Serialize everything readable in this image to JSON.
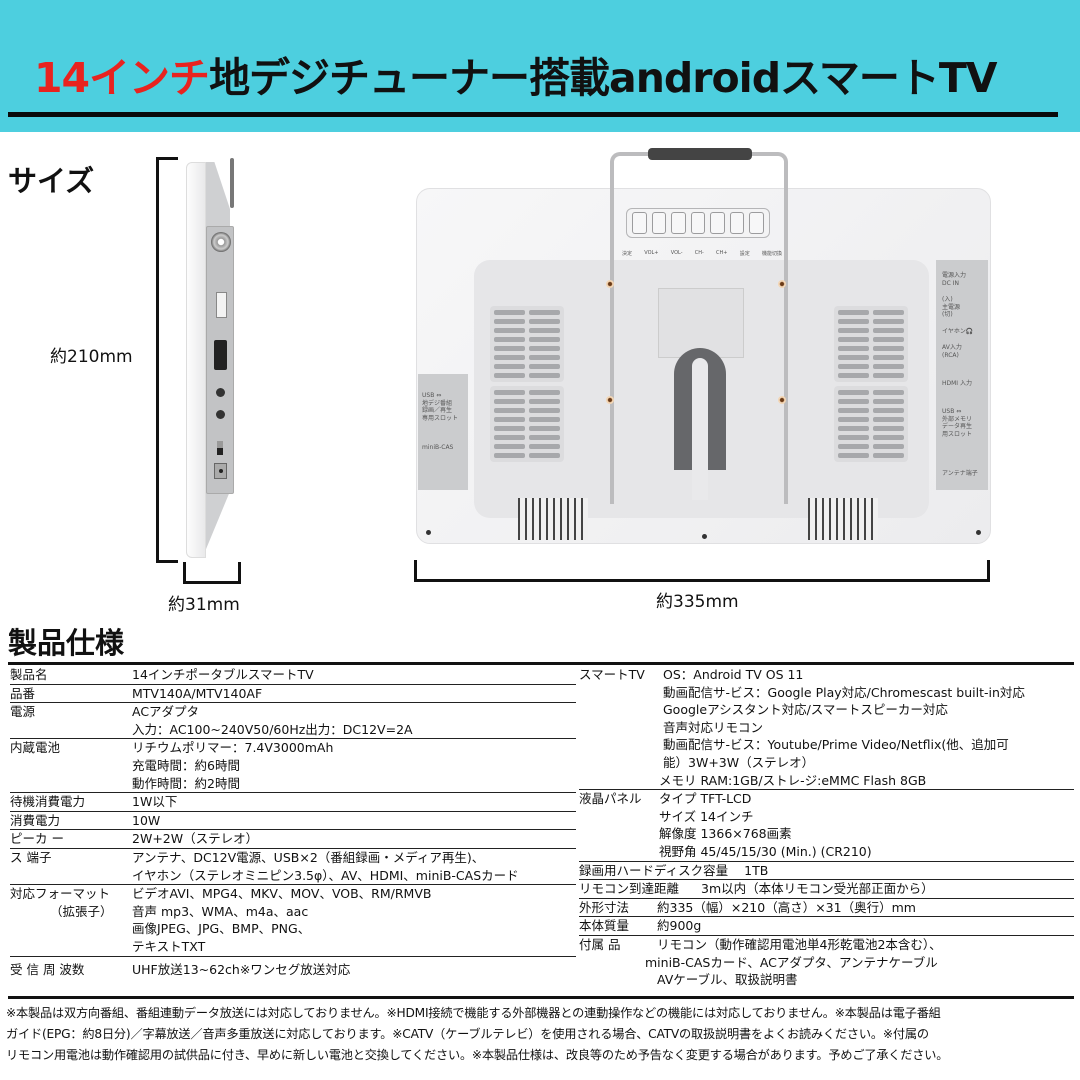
{
  "banner": {
    "title_accent": "14インチ",
    "title_rest": "地デジチューナー搭載androidスマートTV",
    "bg_color": "#4dcfdf",
    "accent_color": "#e8231f"
  },
  "size_section": {
    "heading": "サイズ",
    "height_label": "約210mm",
    "depth_label": "約31mm",
    "width_label": "約335mm"
  },
  "back_view": {
    "buttons": [
      "決定",
      "VOL+",
      "VOL-",
      "CH-",
      "CH+",
      "設定",
      "機能切換"
    ],
    "left_panel_labels": [
      "USB ⇔\n地デジ番組\n録画／再生\n専用スロット",
      "miniB-CAS"
    ],
    "right_panel_labels": [
      "電源入力\nDC IN",
      "(入)\n主電源\n(切)",
      "イヤホン🎧",
      "AV入力\n(RCA)",
      "HDMI 入力",
      "USB ⇔\n外部メモリ\nデータ再生\n用スロット",
      "アンテナ端子"
    ]
  },
  "spec": {
    "heading": "製品仕様",
    "left_rows": [
      {
        "key": "製品名",
        "values": [
          "14インチポータブルスマートTV"
        ]
      },
      {
        "key": "品番",
        "values": [
          "MTV140A/MTV140AF"
        ]
      },
      {
        "key": "電源",
        "values": [
          "ACアダプタ",
          "入力：AC100~240V50/60Hz出力：DC12V=2A"
        ]
      },
      {
        "key": "内蔵電池",
        "values": [
          "リチウムポリマー：7.4V3000mAh",
          "充電時間：約6時間",
          "動作時間：約2時間"
        ]
      },
      {
        "key": "待機消費電力",
        "values": [
          "1W以下"
        ]
      },
      {
        "key": "消費電力",
        "values": [
          "10W"
        ]
      },
      {
        "key": "ピーカ ー",
        "values": [
          " 2W+2W（ステレオ）"
        ]
      },
      {
        "key": "ス 端子",
        "values": [
          "アンテナ、DC12V電源、USB×2（番組録画・メディア再生)、",
          "イヤホン（ステレオミニピン3.5φ）、AV、HDMI、miniB-CASカード"
        ]
      },
      {
        "key": "対応フォーマット",
        "key2": "（拡張子）",
        "values": [
          "ビデオAVI、MPG4、MKV、MOV、VOB、RM/RMVB",
          "音声 mp3、WMA、m4a、aac",
          "画像JPEG、JPG、BMP、PNG、",
          "テキストTXT"
        ]
      },
      {
        "key": " 受 信 周 波数",
        "values": [
          "UHF放送13~62ch※ワンセグ放送対応"
        ]
      }
    ],
    "right_rows": [
      {
        "key": "スマートTV",
        "values": [
          "OS：Android TV OS 11",
          "動画配信サ-ビス：Google Play対応/Chromescast built-in対応",
          "Googleアシスタント対応/スマートスピーカー対応",
          " 音声対応リモコン",
          "動画配信サ-ビス：Youtube/Prime Video/Netflix(他、追加可",
          "能）3W+3W（ステレオ）",
          "メモリ RAM:1GB/ストレ-ジ:eMMC Flash 8GB"
        ]
      },
      {
        "key": "液晶パネル",
        "values": [
          "タイプ TFT-LCD",
          " サイズ 14インチ",
          " 解像度 1366×768画素",
          " 視野角 45/45/15/30 (Min.) (CR210)"
        ]
      },
      {
        "key": "録画用ハードディスク容量",
        "values": [
          "1TB"
        ]
      },
      {
        "key": "リモコン到達距離",
        "values": [
          "3m以内（本体リモコン受光部正面から）"
        ]
      },
      {
        "key": "外形寸法",
        "values": [
          "約335（幅）×210（高さ）×31（奥行）mm"
        ]
      },
      {
        "key": "本体質量",
        "values": [
          "約900g"
        ]
      },
      {
        "key": "付属 品",
        "values": [
          "リモコン（動作確認用電池単4形乾電池2本含む）、",
          "miniB-CASカード、ACアダプタ、アンテナケーブル",
          "AVケーブル、取扱説明書"
        ]
      }
    ]
  },
  "notes": [
    "※本製品は双方向番組、番組連動データ放送には対応しておりません。※HDMI接続で機能する外部機器との連動操作などの機能には対応しておりません。※本製品は電子番組",
    "ガイド(EPG：約8日分)／字幕放送／音声多重放送に対応しております。※CATV（ケーブルテレビ）を使用される場合、CATVの取扱説明書をよくお読みください。※付属の",
    "リモコン用電池は動作確認用の試供品に付き、早めに新しい電池と交換してください。※本製品仕様は、改良等のため予告なく変更する場合があります。予めご了承ください。"
  ]
}
